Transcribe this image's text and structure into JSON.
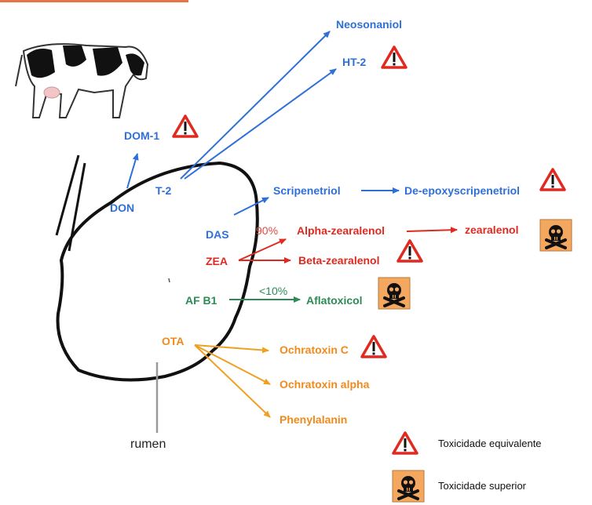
{
  "colors": {
    "blue": "#2f6fd8",
    "red": "#e02a20",
    "green": "#2e8b57",
    "orange": "#f08a1c",
    "warning": "#e02a20",
    "skull_bg": "#f4a75e"
  },
  "mycotoxins": {
    "don": "DON",
    "dom1": "DOM-1",
    "t2": "T-2",
    "das": "DAS",
    "zea": "ZEA",
    "afb1": "AF B1",
    "ota": "OTA"
  },
  "metabolites": {
    "neosolaniol": "Neosonaniol",
    "ht2": "HT-2",
    "scripenetriol": "Scripenetriol",
    "deepoxy": "De-epoxyscripenetriol",
    "alpha_zearalenol": "Alpha-zearalenol",
    "zearalenol": "zearalenol",
    "beta_zearalenol": "Beta-zearalenol",
    "aflatoxicol": "Aflatoxicol",
    "ochratoxin_c": "Ochratoxin C",
    "ochratoxin_alpha": "Ochratoxin alpha",
    "phenylalanin": "Phenylalanin"
  },
  "percentages": {
    "zea_alpha": "90%",
    "afb1": "<10%"
  },
  "rumen_label": "rumen",
  "legend": {
    "equivalent": "Toxicidade equivalente",
    "superior": "Toxicidade superior"
  },
  "icons": [
    "warning-triangle-icon",
    "skull-crossbones-icon",
    "cow-icon"
  ]
}
